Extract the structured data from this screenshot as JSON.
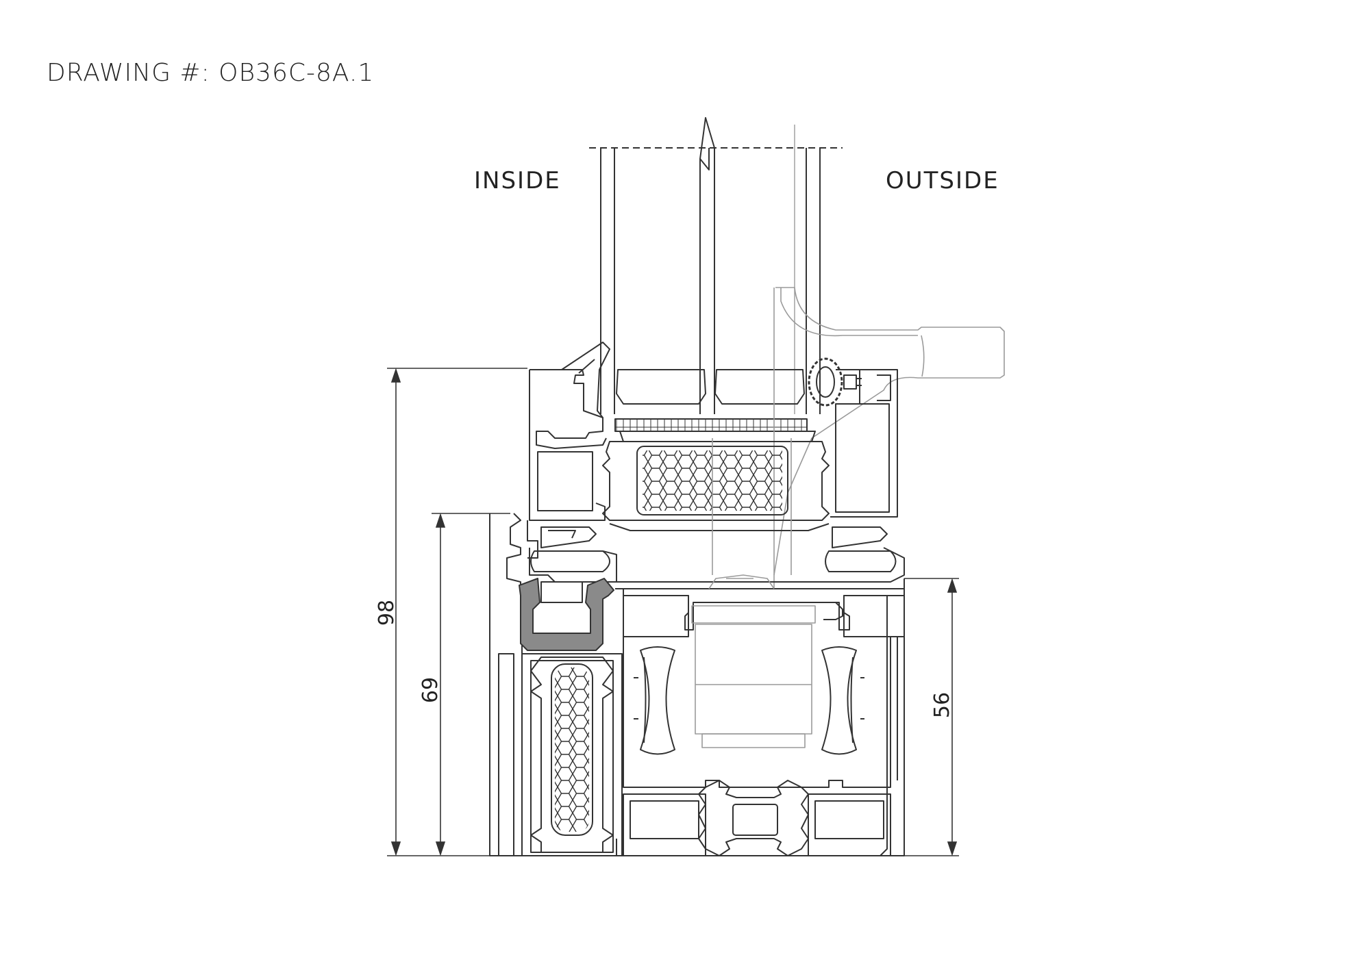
{
  "header": {
    "drawing_number": "DRAWING #: OB36C-8A.1"
  },
  "labels": {
    "inside": "INSIDE",
    "outside": "OUTSIDE"
  },
  "dimensions": {
    "overall": "98",
    "frame": "69",
    "sash": "56"
  },
  "colors": {
    "line": "#333333",
    "light": "#9a9a9a",
    "gasket": "#8a8a8a"
  }
}
